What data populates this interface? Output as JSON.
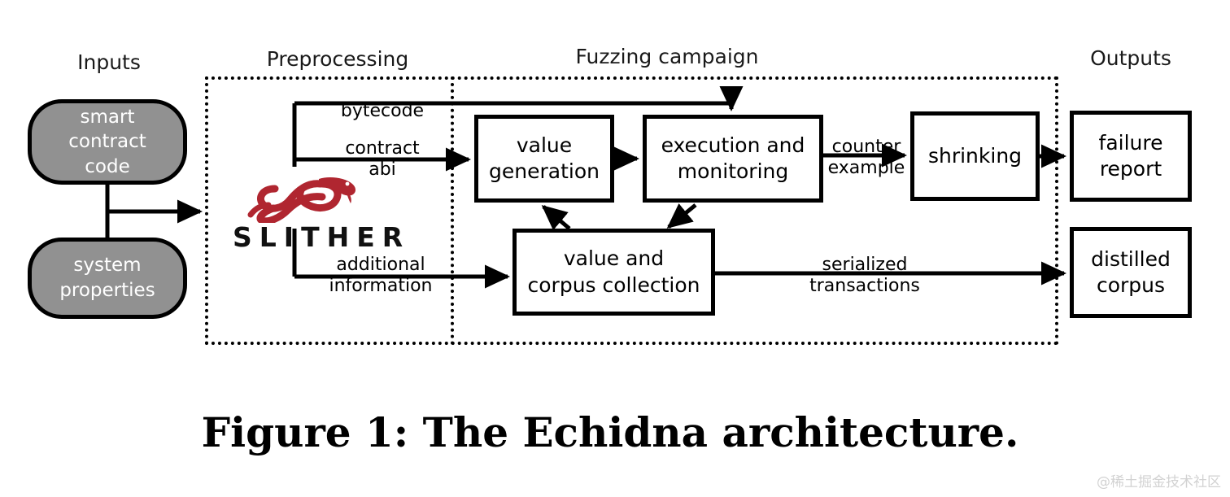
{
  "figure": {
    "caption": "Figure 1: The Echidna architecture.",
    "watermark": "@稀土掘金技术社区"
  },
  "sections": {
    "inputs": "Inputs",
    "preprocessing": "Preprocessing",
    "fuzzing_campaign": "Fuzzing campaign",
    "outputs": "Outputs"
  },
  "nodes": {
    "smart_contract_code": {
      "line1": "smart",
      "line2": "contract",
      "line3": "code"
    },
    "system_properties": {
      "line1": "system",
      "line2": "properties"
    },
    "slither": {
      "wordmark": "SLITHER",
      "logo": "snake-icon"
    },
    "value_generation": {
      "line1": "value",
      "line2": "generation"
    },
    "execution_monitoring": {
      "line1": "execution and",
      "line2": "monitoring"
    },
    "shrinking": {
      "line1": "shrinking"
    },
    "value_corpus_collection": {
      "line1": "value and",
      "line2": "corpus collection"
    },
    "failure_report": {
      "line1": "failure",
      "line2": "report"
    },
    "distilled_corpus": {
      "line1": "distilled",
      "line2": "corpus"
    }
  },
  "edges": {
    "bytecode": {
      "line1": "bytecode"
    },
    "contract_abi": {
      "line1": "contract",
      "line2": "abi"
    },
    "additional_information": {
      "line1": "additional",
      "line2": "information"
    },
    "counter_example": {
      "line1": "counter",
      "line2": "example"
    },
    "serialized_transactions": {
      "line1": "serialized",
      "line2": "transactions"
    }
  },
  "colors": {
    "input_fill": "#919191",
    "snake_red": "#b02630",
    "border": "#000000",
    "background": "#ffffff",
    "watermark": "#d2d2d2"
  }
}
